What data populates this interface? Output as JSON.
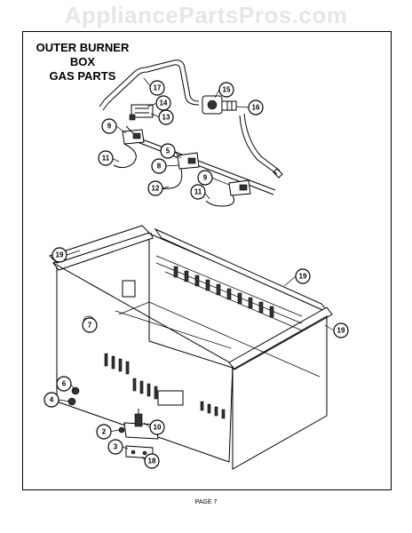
{
  "watermark": "AppliancePartsPros.com",
  "title_line1": "OUTER BURNER BOX",
  "title_line2": "GAS PARTS",
  "footer": "PAGE 7",
  "callouts": [
    "17",
    "15",
    "14",
    "13",
    "16",
    "9",
    "5",
    "11",
    "8",
    "12",
    "9",
    "11",
    "19",
    "19",
    "19",
    "7",
    "6",
    "4",
    "2",
    "10",
    "3",
    "18"
  ]
}
